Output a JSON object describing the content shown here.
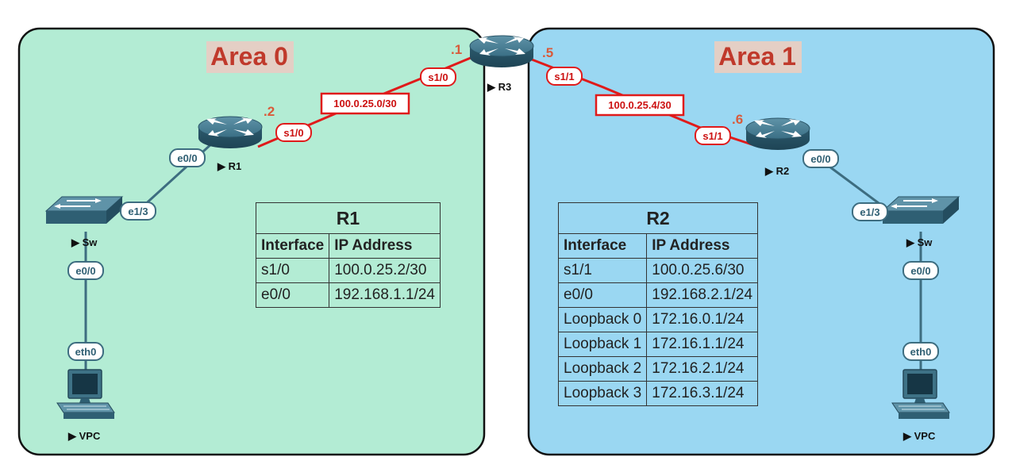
{
  "areas": {
    "area0": {
      "label": "Area 0",
      "fill": "#b3ecd4"
    },
    "area1": {
      "label": "Area 1",
      "fill": "#9ad7f2"
    }
  },
  "devices": {
    "r1": {
      "name": "R1",
      "icon": "router-icon"
    },
    "r2": {
      "name": "R2",
      "icon": "router-icon"
    },
    "r3": {
      "name": "R3",
      "icon": "router-icon"
    },
    "sw_left": {
      "name": "Sw",
      "icon": "switch-icon"
    },
    "sw_right": {
      "name": "Sw",
      "icon": "switch-icon"
    },
    "vpc_left": {
      "name": "VPC",
      "icon": "pc-icon"
    },
    "vpc_right": {
      "name": "VPC",
      "icon": "pc-icon"
    }
  },
  "host_octets": {
    "r3_left": ".1",
    "r3_right": ".5",
    "r1": ".2",
    "r2": ".6"
  },
  "subnets": {
    "left": "100.0.25.0/30",
    "right": "100.0.25.4/30"
  },
  "interfaces": {
    "r3_s10": "s1/0",
    "r3_s11": "s1/1",
    "r1_s10": "s1/0",
    "r1_e00": "e0/0",
    "sw_left_e13": "e1/3",
    "sw_left_e00": "e0/0",
    "vpc_left_eth0": "eth0",
    "r2_s11": "s1/1",
    "r2_e00": "e0/0",
    "sw_right_e13": "e1/3",
    "sw_right_e00": "e0/0",
    "vpc_right_eth0": "eth0"
  },
  "colors": {
    "wan_link": "#e01a1a",
    "lan_link": "#3d6d80",
    "device": "#2f5f73"
  },
  "tables": {
    "r1": {
      "title": "R1",
      "headers": [
        "Interface",
        "IP Address"
      ],
      "rows": [
        [
          "s1/0",
          "100.0.25.2/30"
        ],
        [
          "e0/0",
          "192.168.1.1/24"
        ]
      ]
    },
    "r2": {
      "title": "R2",
      "headers": [
        "Interface",
        "IP Address"
      ],
      "rows": [
        [
          "s1/1",
          "100.0.25.6/30"
        ],
        [
          "e0/0",
          "192.168.2.1/24"
        ],
        [
          "Loopback 0",
          "172.16.0.1/24"
        ],
        [
          "Loopback 1",
          "172.16.1.1/24"
        ],
        [
          "Loopback 2",
          "172.16.2.1/24"
        ],
        [
          "Loopback 3",
          "172.16.3.1/24"
        ]
      ]
    }
  }
}
